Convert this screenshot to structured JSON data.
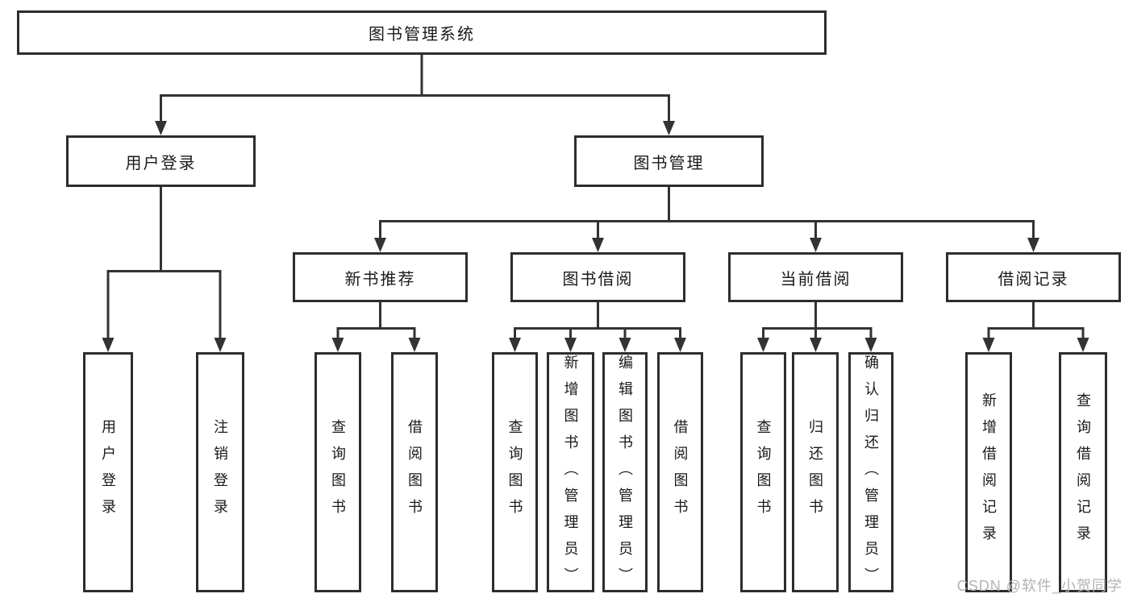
{
  "diagram_type": "hierarchy-flowchart",
  "colors": {
    "line": "#333333",
    "box_border": "#2d2d2d",
    "box_fill": "#ffffff",
    "text": "#1a1a1a",
    "watermark": "#b3b3b3",
    "background": "#ffffff"
  },
  "tree": {
    "label": "图书管理系统",
    "children": [
      {
        "label": "用户登录",
        "children": [
          {
            "label": "用户登录"
          },
          {
            "label": "注销登录"
          }
        ]
      },
      {
        "label": "图书管理",
        "children": [
          {
            "label": "新书推荐",
            "children": [
              {
                "label": "查询图书"
              },
              {
                "label": "借阅图书"
              }
            ]
          },
          {
            "label": "图书借阅",
            "children": [
              {
                "label": "查询图书"
              },
              {
                "label": "新增图书（管理员）"
              },
              {
                "label": "编辑图书（管理员）"
              },
              {
                "label": "借阅图书"
              }
            ]
          },
          {
            "label": "当前借阅",
            "children": [
              {
                "label": "查询图书"
              },
              {
                "label": "归还图书"
              },
              {
                "label": "确认归还（管理员）"
              }
            ]
          },
          {
            "label": "借阅记录",
            "children": [
              {
                "label": "新增借阅记录"
              },
              {
                "label": "查询借阅记录"
              }
            ]
          }
        ]
      }
    ]
  },
  "watermark": {
    "text": "CSDN @软件_小贺同学"
  }
}
